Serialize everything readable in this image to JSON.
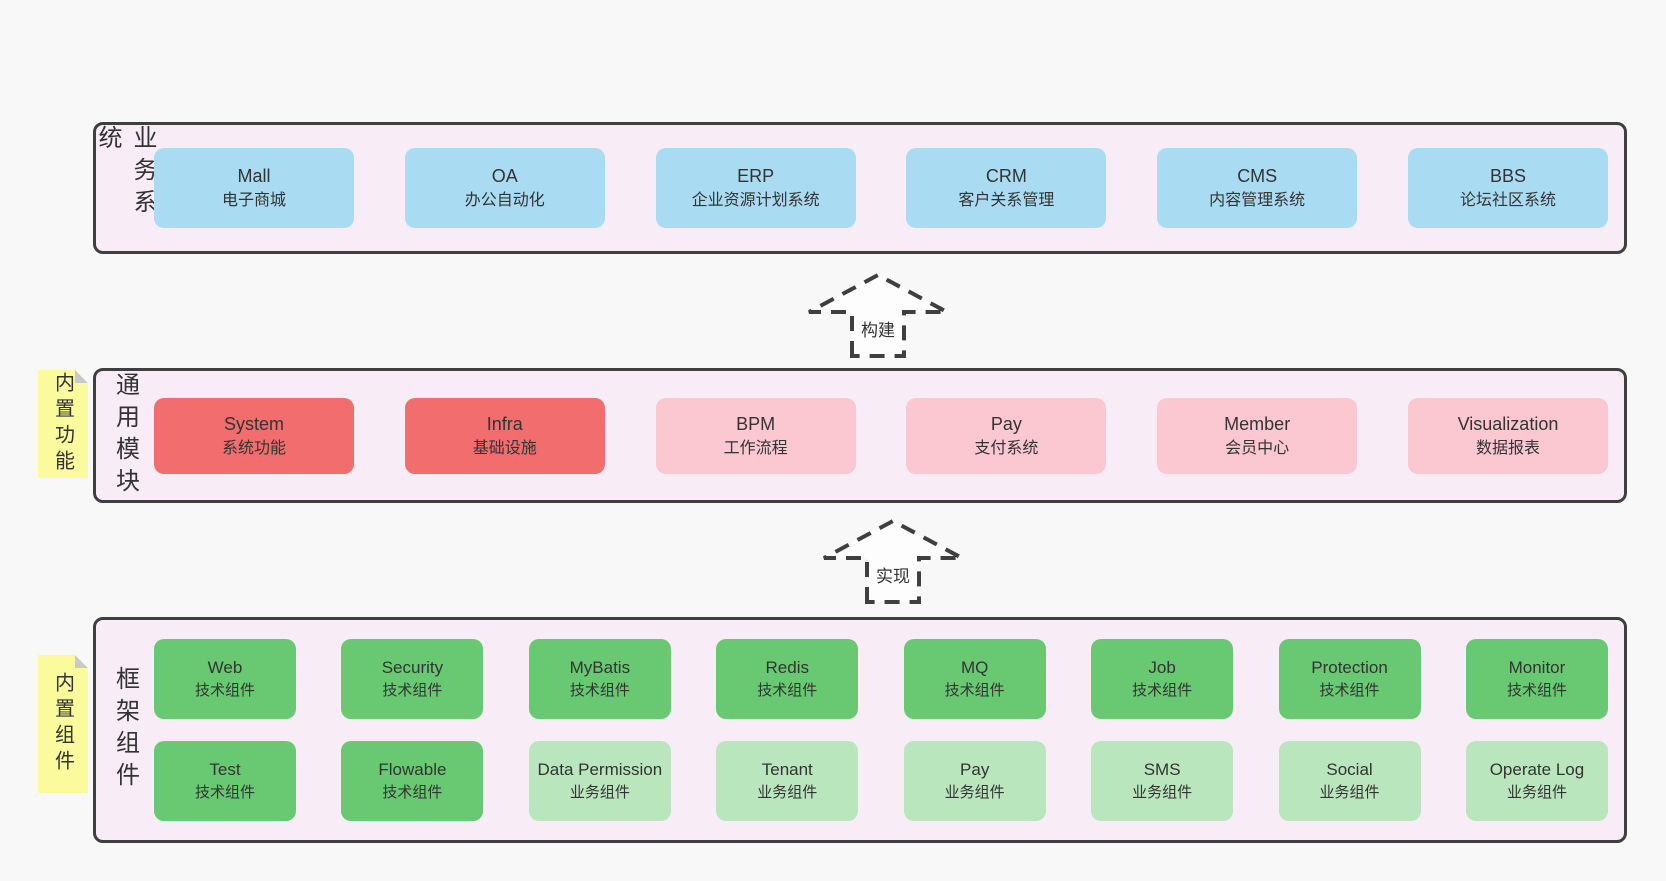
{
  "colors": {
    "page_background": "#f8f8f8",
    "band_background": "#f8edf6",
    "band_border": "#3f3f3f",
    "blue_box": "#a9dcf3",
    "red_box": "#f16d6e",
    "pink_box": "#fbc7d1",
    "green_dark_box": "#69c973",
    "green_light_box": "#b9e6bc",
    "sticky_yellow": "#fbfa9d",
    "sticky_fold_gray": "#c9c9c9",
    "text": "#333333"
  },
  "arrows": [
    {
      "label": "构建"
    },
    {
      "label": "实现"
    }
  ],
  "bands": [
    {
      "label": "业务系统",
      "boxes": [
        {
          "en": "Mall",
          "zh": "电子商城",
          "variant": "blue"
        },
        {
          "en": "OA",
          "zh": "办公自动化",
          "variant": "blue"
        },
        {
          "en": "ERP",
          "zh": "企业资源计划系统",
          "variant": "blue"
        },
        {
          "en": "CRM",
          "zh": "客户关系管理",
          "variant": "blue"
        },
        {
          "en": "CMS",
          "zh": "内容管理系统",
          "variant": "blue"
        },
        {
          "en": "BBS",
          "zh": "论坛社区系统",
          "variant": "blue"
        }
      ]
    },
    {
      "label": "通用模块",
      "sticky": "内置功能",
      "boxes": [
        {
          "en": "System",
          "zh": "系统功能",
          "variant": "red"
        },
        {
          "en": "Infra",
          "zh": "基础设施",
          "variant": "red"
        },
        {
          "en": "BPM",
          "zh": "工作流程",
          "variant": "pink"
        },
        {
          "en": "Pay",
          "zh": "支付系统",
          "variant": "pink"
        },
        {
          "en": "Member",
          "zh": "会员中心",
          "variant": "pink"
        },
        {
          "en": "Visualization",
          "zh": "数据报表",
          "variant": "pink"
        }
      ]
    },
    {
      "label": "框架组件",
      "sticky": "内置组件",
      "rows": [
        [
          {
            "en": "Web",
            "zh": "技术组件",
            "variant": "green-dark"
          },
          {
            "en": "Security",
            "zh": "技术组件",
            "variant": "green-dark"
          },
          {
            "en": "MyBatis",
            "zh": "技术组件",
            "variant": "green-dark"
          },
          {
            "en": "Redis",
            "zh": "技术组件",
            "variant": "green-dark"
          },
          {
            "en": "MQ",
            "zh": "技术组件",
            "variant": "green-dark"
          },
          {
            "en": "Job",
            "zh": "技术组件",
            "variant": "green-dark"
          },
          {
            "en": "Protection",
            "zh": "技术组件",
            "variant": "green-dark"
          },
          {
            "en": "Monitor",
            "zh": "技术组件",
            "variant": "green-dark"
          }
        ],
        [
          {
            "en": "Test",
            "zh": "技术组件",
            "variant": "green-dark"
          },
          {
            "en": "Flowable",
            "zh": "技术组件",
            "variant": "green-dark"
          },
          {
            "en": "Data Permission",
            "zh": "业务组件",
            "variant": "green-light"
          },
          {
            "en": "Tenant",
            "zh": "业务组件",
            "variant": "green-light"
          },
          {
            "en": "Pay",
            "zh": "业务组件",
            "variant": "green-light"
          },
          {
            "en": "SMS",
            "zh": "业务组件",
            "variant": "green-light"
          },
          {
            "en": "Social",
            "zh": "业务组件",
            "variant": "green-light"
          },
          {
            "en": "Operate Log",
            "zh": "业务组件",
            "variant": "green-light"
          }
        ]
      ]
    }
  ]
}
